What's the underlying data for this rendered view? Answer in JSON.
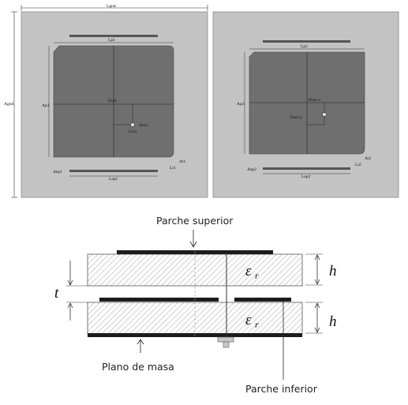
{
  "top_view_left": {
    "ground_width_label": "Lgnd",
    "ground_height_label": "Agnd",
    "patch_length_label": "Lp1",
    "patch_height_label": "Ap1",
    "origin_label": "(0,0)",
    "feed_width_label": "Aexc",
    "feed_length_label": "Lexc",
    "cut_height_label": "At1",
    "cut_length_label": "Lt1",
    "parasitic_height_label": "Aep1",
    "parasitic_length_label": "Lep1"
  },
  "top_view_right": {
    "patch_length_label": "Lp2",
    "patch_height_label": "Ap2",
    "pos_x_label": "Posx-x",
    "pos_y_label": "Posx-y",
    "cut_height_label": "At2",
    "cut_length_label": "Lt2",
    "parasitic_height_label": "Aep2",
    "parasitic_length_label": "Lep2"
  },
  "cross_section": {
    "top_patch_label": "Parche superior",
    "bottom_patch_label": "Parche inferior",
    "ground_plane_label": "Plano de masa",
    "substrate_symbol": "ε",
    "substrate_subscript": "r",
    "thickness_label": "h",
    "gap_label": "t"
  }
}
